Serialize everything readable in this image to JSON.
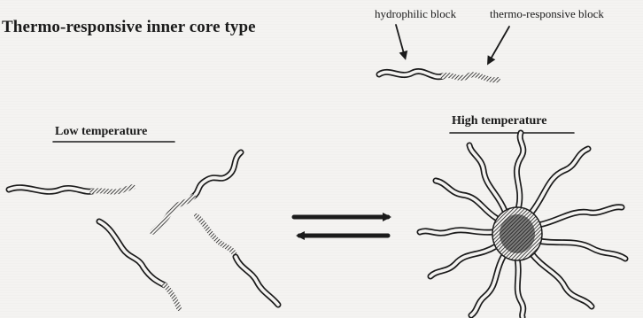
{
  "title": "Thermo-responsive inner core type",
  "labels": {
    "hydrophilic_block": "hydrophilic block",
    "thermo_responsive_block": "thermo-responsive block",
    "low_temperature": "Low temperature",
    "high_temperature": "High temperature"
  },
  "colors": {
    "ink": "#1b1b1b",
    "background": "#f4f3f1"
  }
}
